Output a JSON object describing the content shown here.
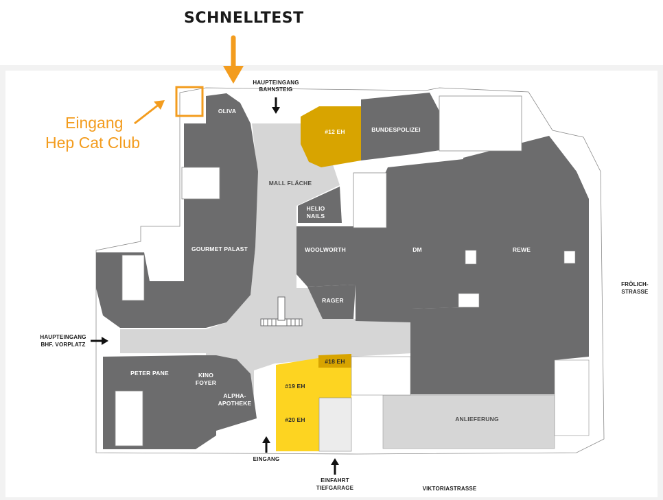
{
  "header": {
    "title": "SCHNELLTEST",
    "entrance_label_line1": "Eingang",
    "entrance_label_line2": "Hep Cat Club"
  },
  "colors": {
    "accent_orange": "#f39c1e",
    "unit_dark_gold": "#d8a400",
    "unit_yellow": "#fdd421",
    "shop_gray": "#6c6c6d",
    "mall_light_gray": "#d6d6d6"
  },
  "map": {
    "entrances": {
      "main_bahnsteig": [
        "HAUPTEINGANG",
        "BAHNSTEIG"
      ],
      "main_vorplatz": [
        "HAUPTEINGANG",
        "BHF. VORPLATZ"
      ],
      "eingang": "EINGANG",
      "einfahrt": [
        "EINFAHRT",
        "TIEFGARAGE"
      ]
    },
    "streets": {
      "froelich": [
        "FRÖLICH-",
        "STRASSE"
      ],
      "viktoria": "VIKTORIASTRASSE"
    },
    "units": {
      "oliva": "OLIVA",
      "eh12": "#12 EH",
      "bundespolizei": "BUNDESPOLIZEI",
      "mall": "MALL FLÄCHE",
      "helio": [
        "HELIO",
        "NAILS"
      ],
      "woolworth": "WOOLWORTH",
      "rager": "RAGER",
      "dm": "DM",
      "rewe": "REWE",
      "gourmet": "GOURMET PALAST",
      "peter_pane": "PETER PANE",
      "kino": [
        "KINO",
        "FOYER"
      ],
      "alpha": [
        "ALPHA-",
        "APOTHEKE"
      ],
      "eh18": "#18 EH",
      "eh19": "#19 EH",
      "eh20": "#20 EH",
      "anlieferung": "ANLIEFERUNG"
    }
  }
}
